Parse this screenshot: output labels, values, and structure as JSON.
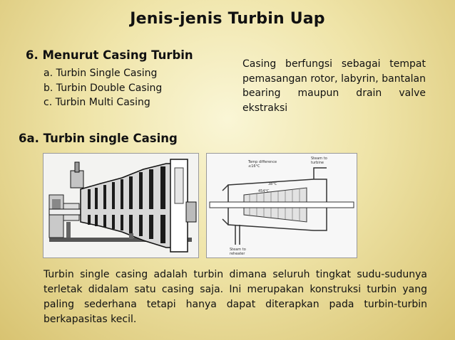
{
  "slide": {
    "title": "Jenis-jenis Turbin Uap",
    "section_heading": "6.   Menurut  Casing Turbin",
    "types": [
      "a. Turbin Single Casing",
      "b. Turbin Double Casing",
      "c. Turbin Multi Casing"
    ],
    "casing_note": "Casing berfungsi sebagai tempat pemasangan rotor, labyrin, bantalan bearing maupun drain valve ekstraksi",
    "subsection_heading": "6a.  Turbin single Casing",
    "description": "Turbin single casing adalah turbin dimana seluruh tingkat sudu-sudunya terletak didalam satu casing saja. Ini merupakan konstruksi turbin yang paling sederhana tetapi hanya dapat diterapkan pada turbin-turbin berkapasitas kecil."
  },
  "diagram": {
    "labels": {
      "temp_diff": "Temp difference",
      "temp_diff_value": "≤16°C",
      "steam_to_turbine": "Steam to",
      "turbine": "turbine",
      "temp_a": "38°C",
      "temp_b": "454°C",
      "steam_to_reheater": "Steam to",
      "reheater": "reheater"
    }
  }
}
